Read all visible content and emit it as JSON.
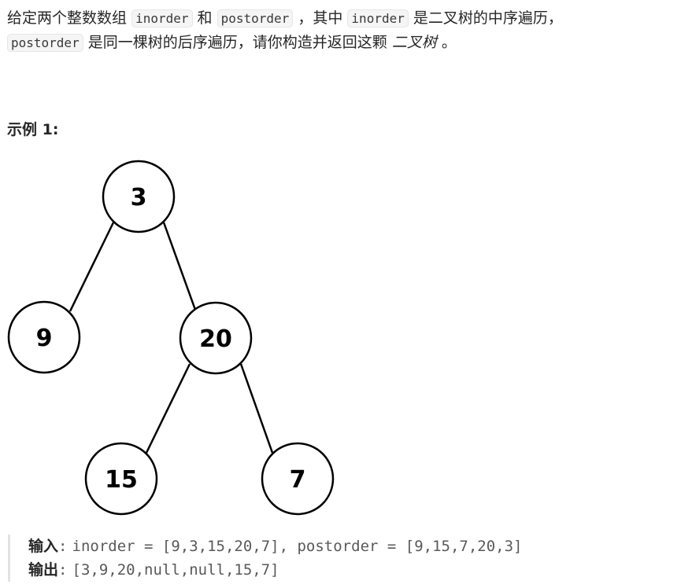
{
  "description": {
    "line1_prefix": "给定两个整数数组",
    "code_inorder": "inorder",
    "connector_and": "和",
    "code_postorder": "postorder",
    "line1_middle": "，其中",
    "line1_suffix": "是二叉树的中序遍历，",
    "line2_text": "是同一棵树的后序遍历，请你构造并返回这颗",
    "line2_italic": "二叉树",
    "line2_end": "。"
  },
  "example": {
    "title": "示例 1:",
    "tree": {
      "nodes": [
        {
          "id": "n3",
          "label": "3"
        },
        {
          "id": "n9",
          "label": "9"
        },
        {
          "id": "n20",
          "label": "20"
        },
        {
          "id": "n15",
          "label": "15"
        },
        {
          "id": "n7",
          "label": "7"
        }
      ],
      "edges": [
        {
          "from": "3",
          "to": "9"
        },
        {
          "from": "3",
          "to": "20"
        },
        {
          "from": "20",
          "to": "15"
        },
        {
          "from": "20",
          "to": "7"
        }
      ]
    },
    "input_label": "输入",
    "input_value": "inorder = [9,3,15,20,7], postorder = [9,15,7,20,3]",
    "output_label": "输出",
    "output_value": "[3,9,20,null,null,15,7]",
    "colon": ":"
  }
}
